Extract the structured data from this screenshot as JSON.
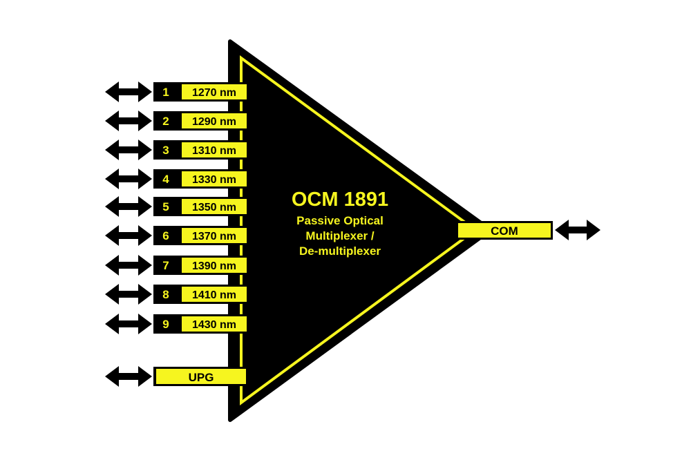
{
  "title": "OCM 1891",
  "subtitle": [
    "Passive Optical",
    "Multiplexer /",
    "De-multiplexer"
  ],
  "ports": [
    {
      "number": "1",
      "wavelength": "1270 nm"
    },
    {
      "number": "2",
      "wavelength": "1290 nm"
    },
    {
      "number": "3",
      "wavelength": "1310 nm"
    },
    {
      "number": "4",
      "wavelength": "1330 nm"
    },
    {
      "number": "5",
      "wavelength": "1350 nm"
    },
    {
      "number": "6",
      "wavelength": "1370 nm"
    },
    {
      "number": "7",
      "wavelength": "1390 nm"
    },
    {
      "number": "8",
      "wavelength": "1410 nm"
    },
    {
      "number": "9",
      "wavelength": "1430 nm"
    }
  ],
  "upg_label": "UPG",
  "com_label": "COM",
  "colors": {
    "accent": "#f6f51f",
    "body": "#000000"
  }
}
